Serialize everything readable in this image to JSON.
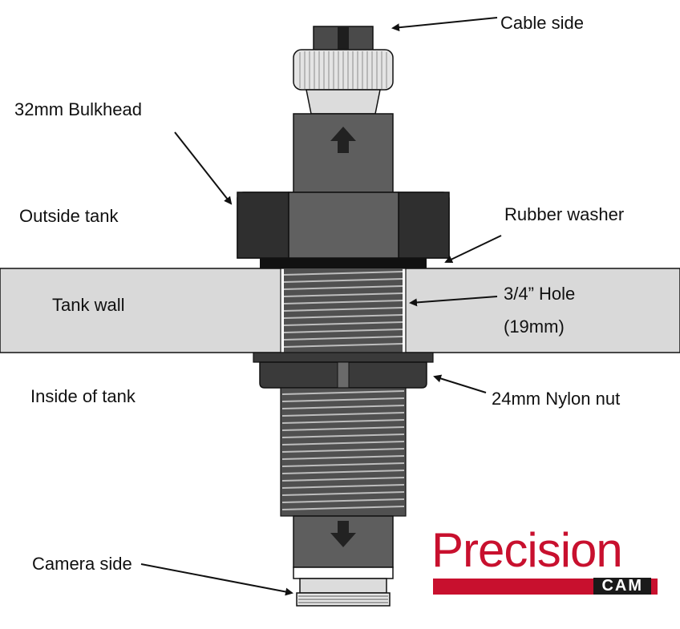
{
  "labels": {
    "cable_side": "Cable side",
    "bulkhead": "32mm Bulkhead",
    "outside_tank": "Outside tank",
    "rubber_washer": "Rubber washer",
    "tank_wall": "Tank wall",
    "hole_line1": "3/4” Hole",
    "hole_line2": "(19mm)",
    "inside_tank": "Inside of tank",
    "nylon_nut": "24mm Nylon nut",
    "camera_side": "Camera side"
  },
  "logo": {
    "brand": "Precision",
    "sub": "CAM",
    "brand_color": "#c8102e"
  },
  "colors": {
    "tank_wall": "#d9d9d9",
    "dark_part": "#3a3a3a",
    "mid_part": "#5a5a5a",
    "thread": "#4a4a4a",
    "outline": "#111111"
  }
}
